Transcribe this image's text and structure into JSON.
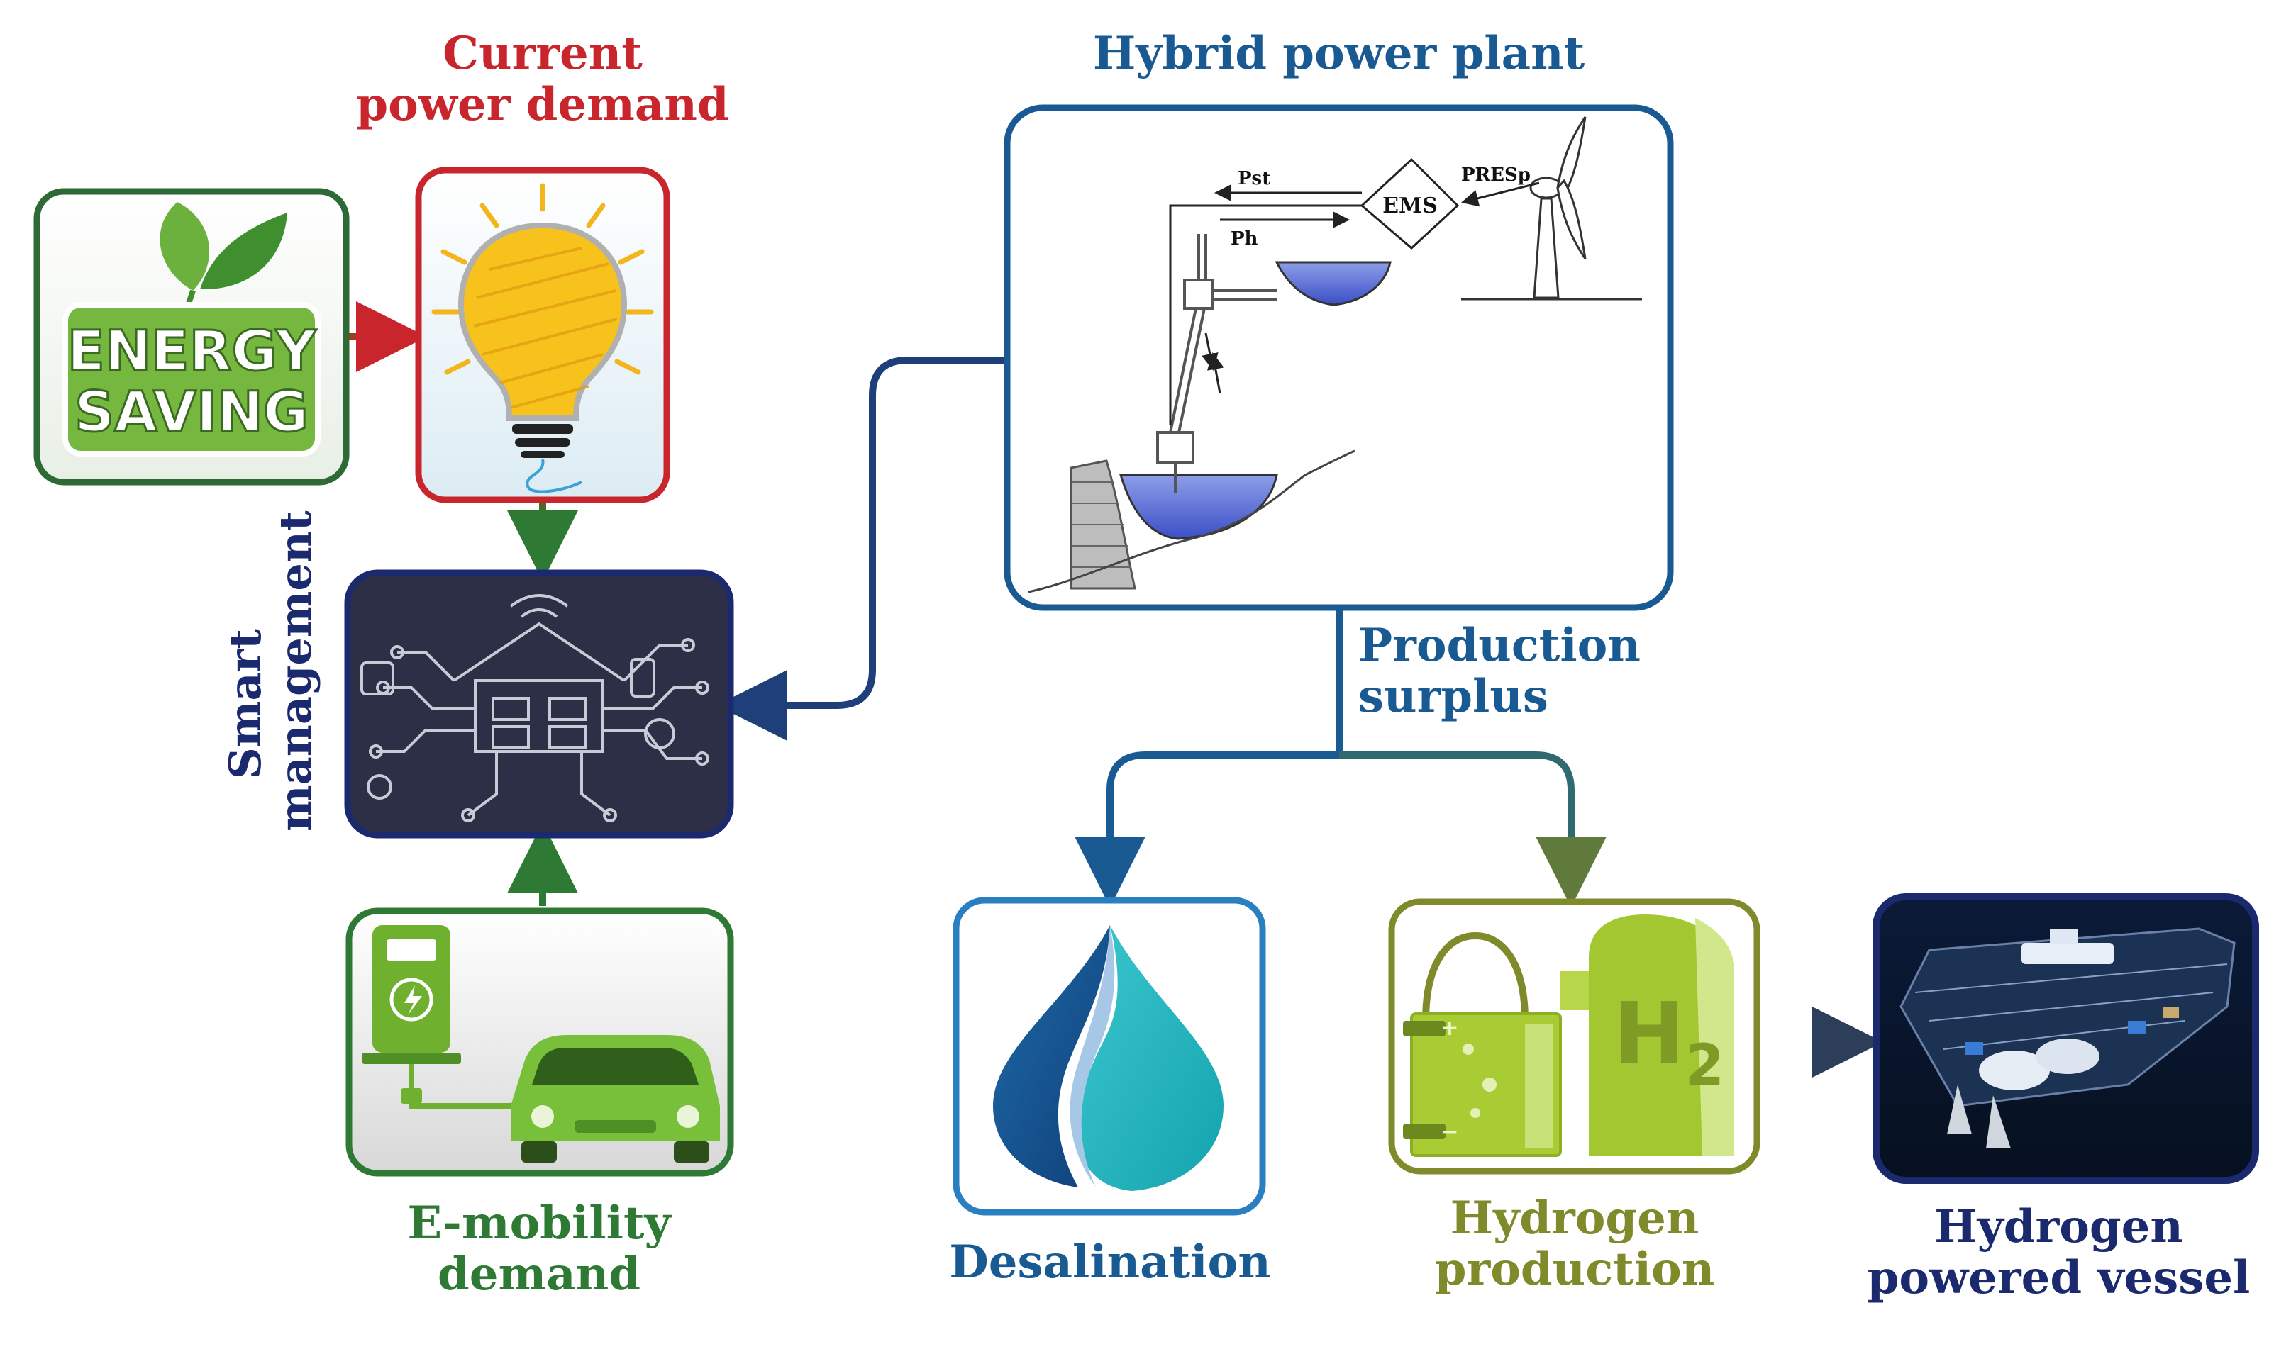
{
  "colors": {
    "red": "#c9252c",
    "blue_dark": "#1f3f7a",
    "blue": "#1a5a93",
    "green": "#2e7a35",
    "olive": "#7f8a2b",
    "navy": "#1b2a5e",
    "cyan": "#2a7fc1"
  },
  "labels": {
    "current_demand": [
      "Current",
      "power demand"
    ],
    "hybrid_plant": "Hybrid power plant",
    "smart_management": [
      "Smart",
      "management"
    ],
    "production_surplus": [
      "Production",
      "surplus"
    ],
    "emobility": [
      "E-mobility",
      "demand"
    ],
    "desalination": "Desalination",
    "hydrogen_production": [
      "Hydrogen",
      "production"
    ],
    "hydrogen_vessel": [
      "Hydrogen",
      "powered vessel"
    ]
  },
  "icons": {
    "energy_saving": [
      "ENERGY",
      "SAVING"
    ],
    "h2_main": "H",
    "h2_sub": "2",
    "battery_plus": "+",
    "battery_minus": "−"
  },
  "plant": {
    "ems": "EMS",
    "pst": "Pst",
    "ph": "Ph",
    "presp": "PRESp"
  }
}
